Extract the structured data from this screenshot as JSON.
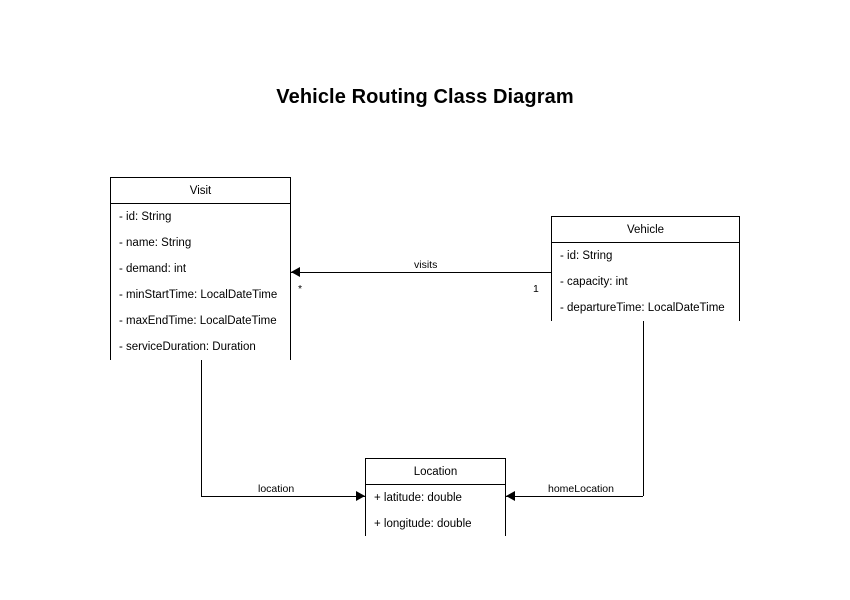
{
  "diagram": {
    "title": "Vehicle Routing Class Diagram",
    "classes": [
      {
        "id": "visit",
        "name": "Visit",
        "attributes": [
          "- id: String",
          "- name: String",
          "- demand: int",
          "- minStartTime: LocalDateTime",
          "- maxEndTime: LocalDateTime",
          "- serviceDuration: Duration"
        ]
      },
      {
        "id": "vehicle",
        "name": "Vehicle",
        "attributes": [
          "- id: String",
          "- capacity: int",
          "- departureTime: LocalDateTime"
        ]
      },
      {
        "id": "location",
        "name": "Location",
        "attributes": [
          "+ latitude: double",
          "+ longitude: double"
        ]
      }
    ],
    "edges": [
      {
        "id": "visits",
        "label": "visits",
        "source": "Vehicle",
        "target": "Visit",
        "source_multiplicity": "1",
        "target_multiplicity": "*"
      },
      {
        "id": "location",
        "label": "location",
        "source": "Visit",
        "target": "Location"
      },
      {
        "id": "homeLocation",
        "label": "homeLocation",
        "source": "Vehicle",
        "target": "Location"
      }
    ],
    "colors": {
      "background": "#ffffff",
      "stroke": "#000000",
      "text": "#000000"
    }
  }
}
